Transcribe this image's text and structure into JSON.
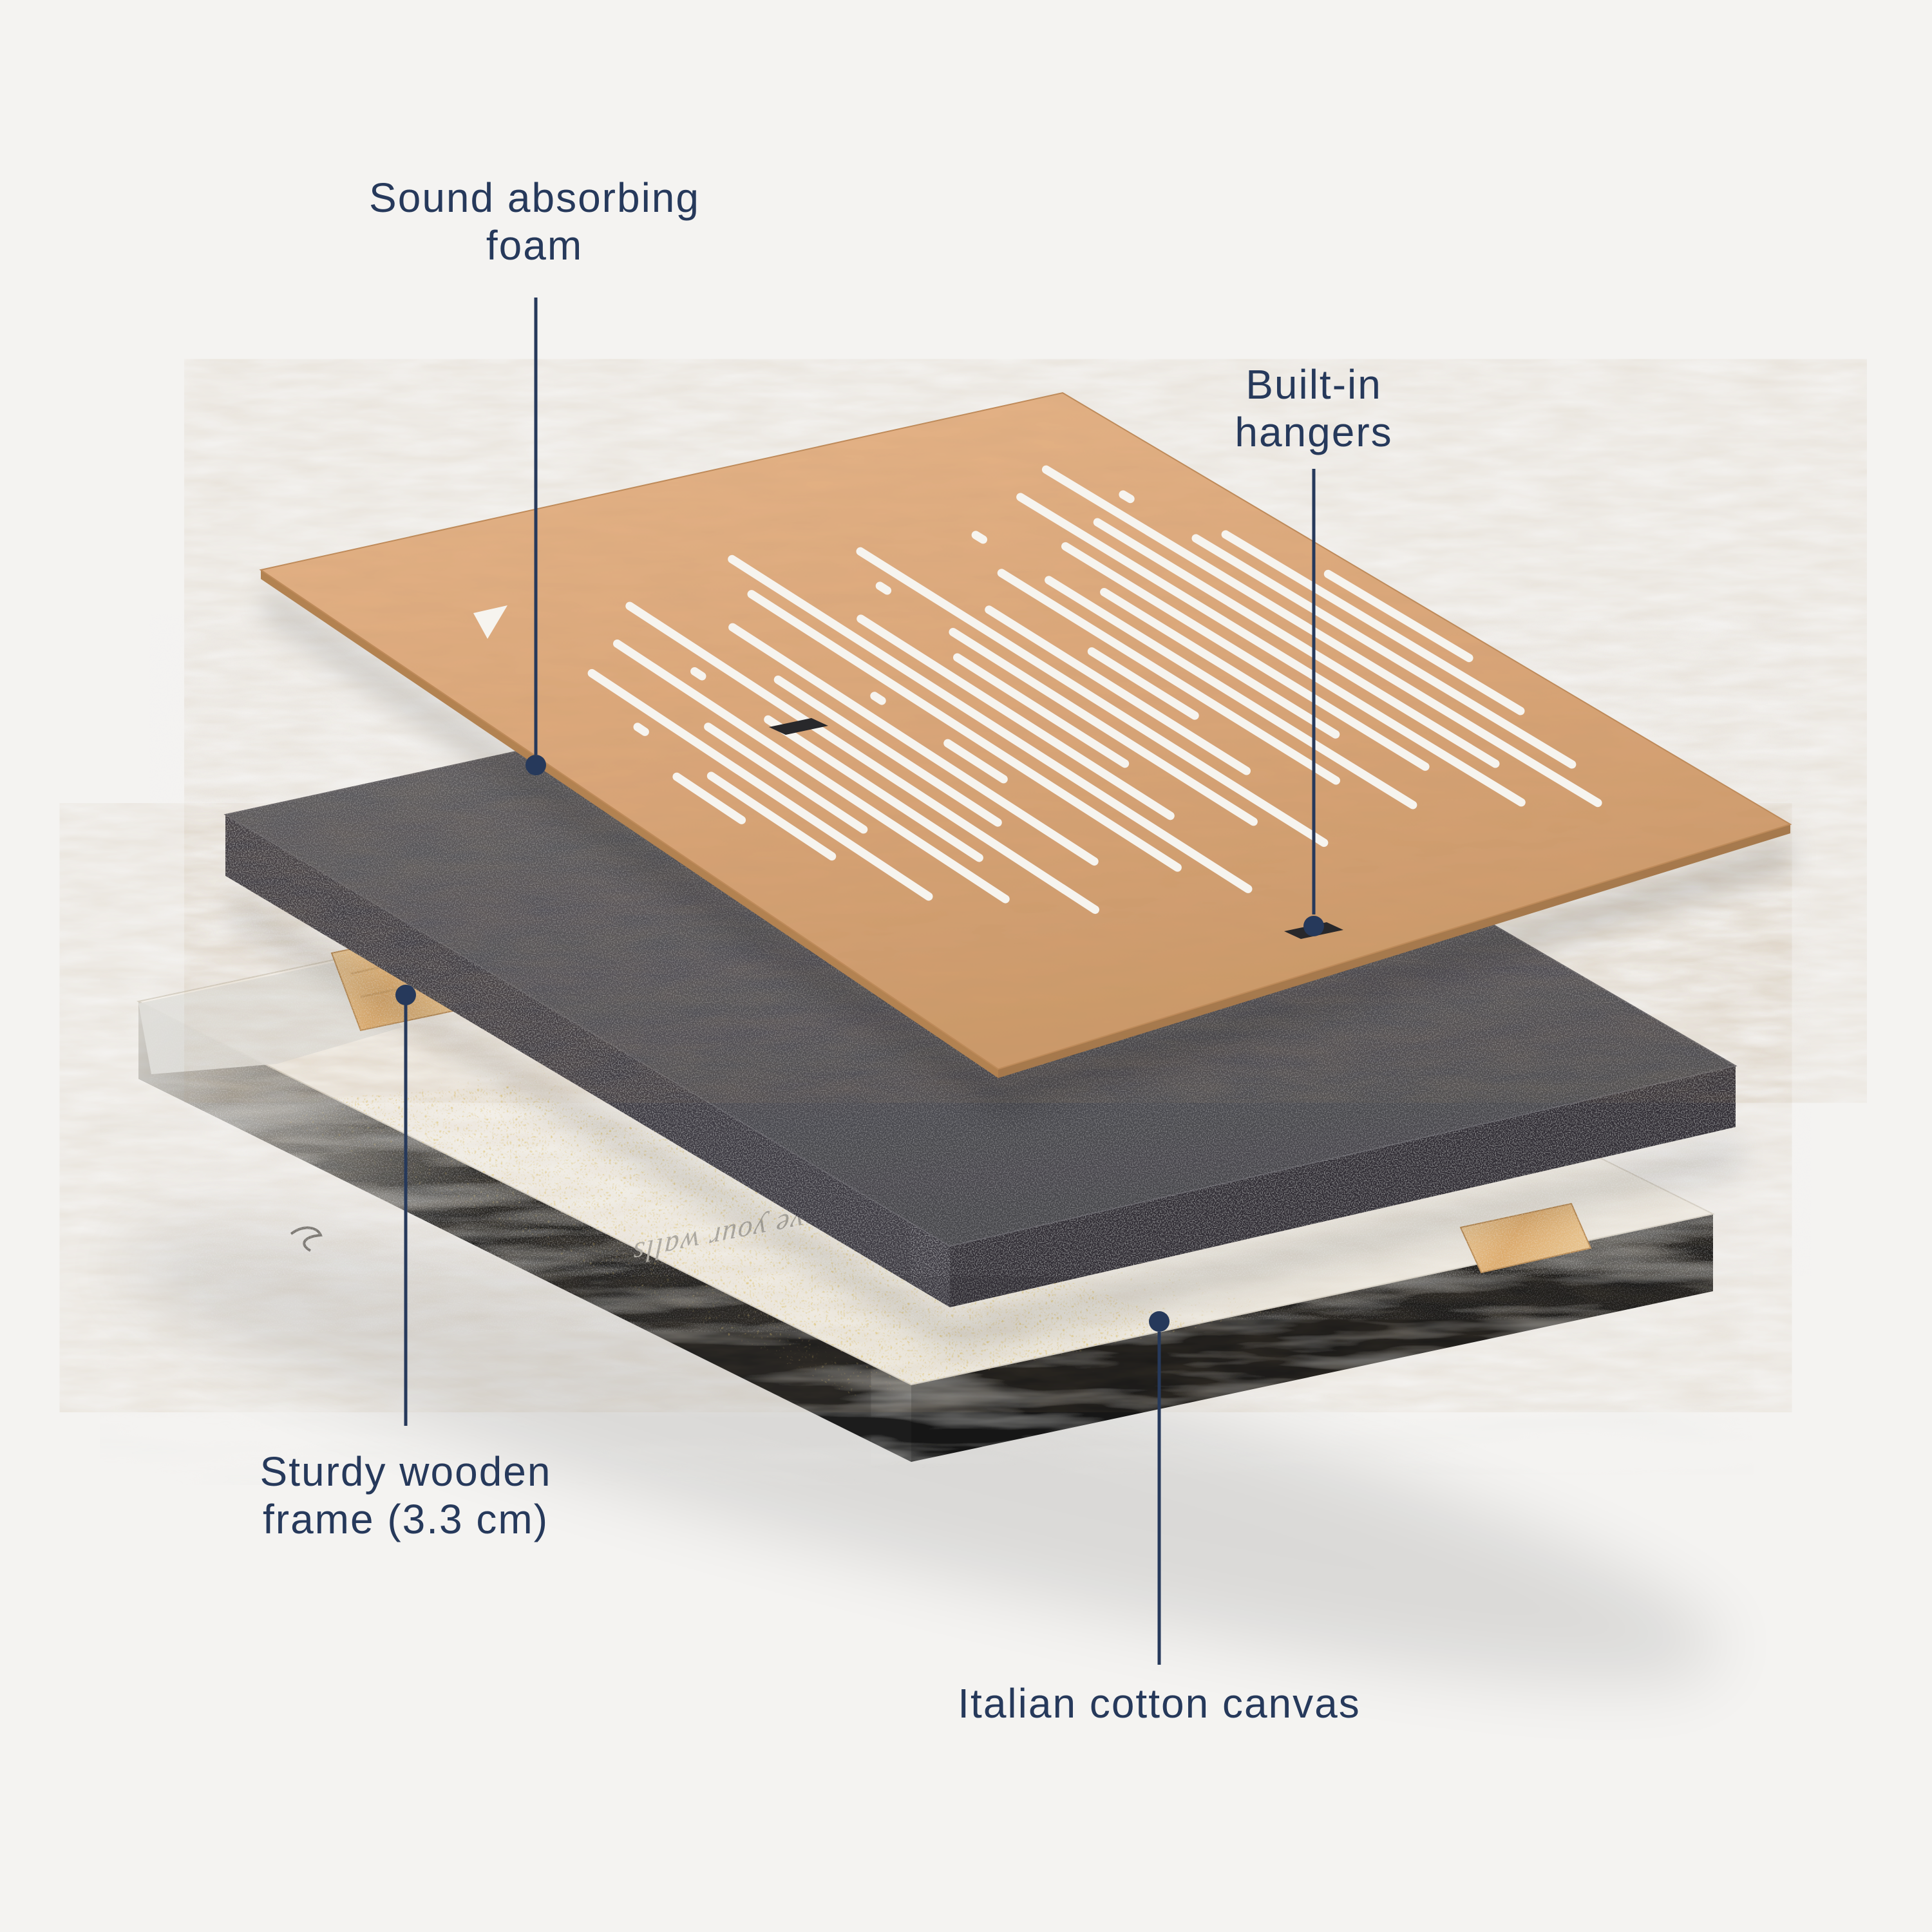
{
  "page": {
    "background_color": "#f4f3f1"
  },
  "annotations": {
    "foam": {
      "line1": "Sound absorbing",
      "line2": "foam"
    },
    "hangers": {
      "line1": "Built-in",
      "line2": "hangers"
    },
    "frame": {
      "line1": "Sturdy wooden",
      "line2": "frame (3.3 cm)"
    },
    "canvas": {
      "line1": "Italian cotton canvas"
    }
  },
  "canvas_print": {
    "watermark": "We love your walls"
  },
  "palette": {
    "label_text": "#26395b",
    "pointer_line": "#26395b",
    "board_top": "#dca87b",
    "board_edge": "#b3814f",
    "slot_cutout": "#f6f4ef",
    "foam_top": "#4f4e54",
    "foam_side": "#343339",
    "canvas_top": "#f8f5ef",
    "canvas_side": "#17181b",
    "wood": "#ddab6c",
    "gold_speckle": "#b5872e"
  },
  "waveform": {
    "bars": [
      {
        "len": 0.1
      },
      {
        "len": 0.3,
        "split": true
      },
      {
        "len": 0.52
      },
      {
        "len": 0.24
      },
      {
        "len": 0.6
      },
      {
        "len": 0.44,
        "split": true
      },
      {
        "len": 0.72
      },
      {
        "len": 0.34
      },
      {
        "len": 0.56
      },
      {
        "len": 0.2,
        "split": true
      },
      {
        "len": 0.66
      },
      {
        "len": 0.8
      },
      {
        "len": 0.48
      },
      {
        "len": 0.26
      },
      {
        "len": 0.58,
        "split": true
      },
      {
        "len": 0.72
      },
      {
        "len": 0.4
      },
      {
        "len": 0.16
      },
      {
        "len": 0.52
      },
      {
        "len": 0.68,
        "split": true
      },
      {
        "len": 0.36
      },
      {
        "len": 0.56
      },
      {
        "len": 0.78
      },
      {
        "len": 0.62
      },
      {
        "len": 0.86
      },
      {
        "len": 0.7,
        "split": true
      },
      {
        "len": 0.46
      },
      {
        "len": 0.22
      }
    ]
  }
}
